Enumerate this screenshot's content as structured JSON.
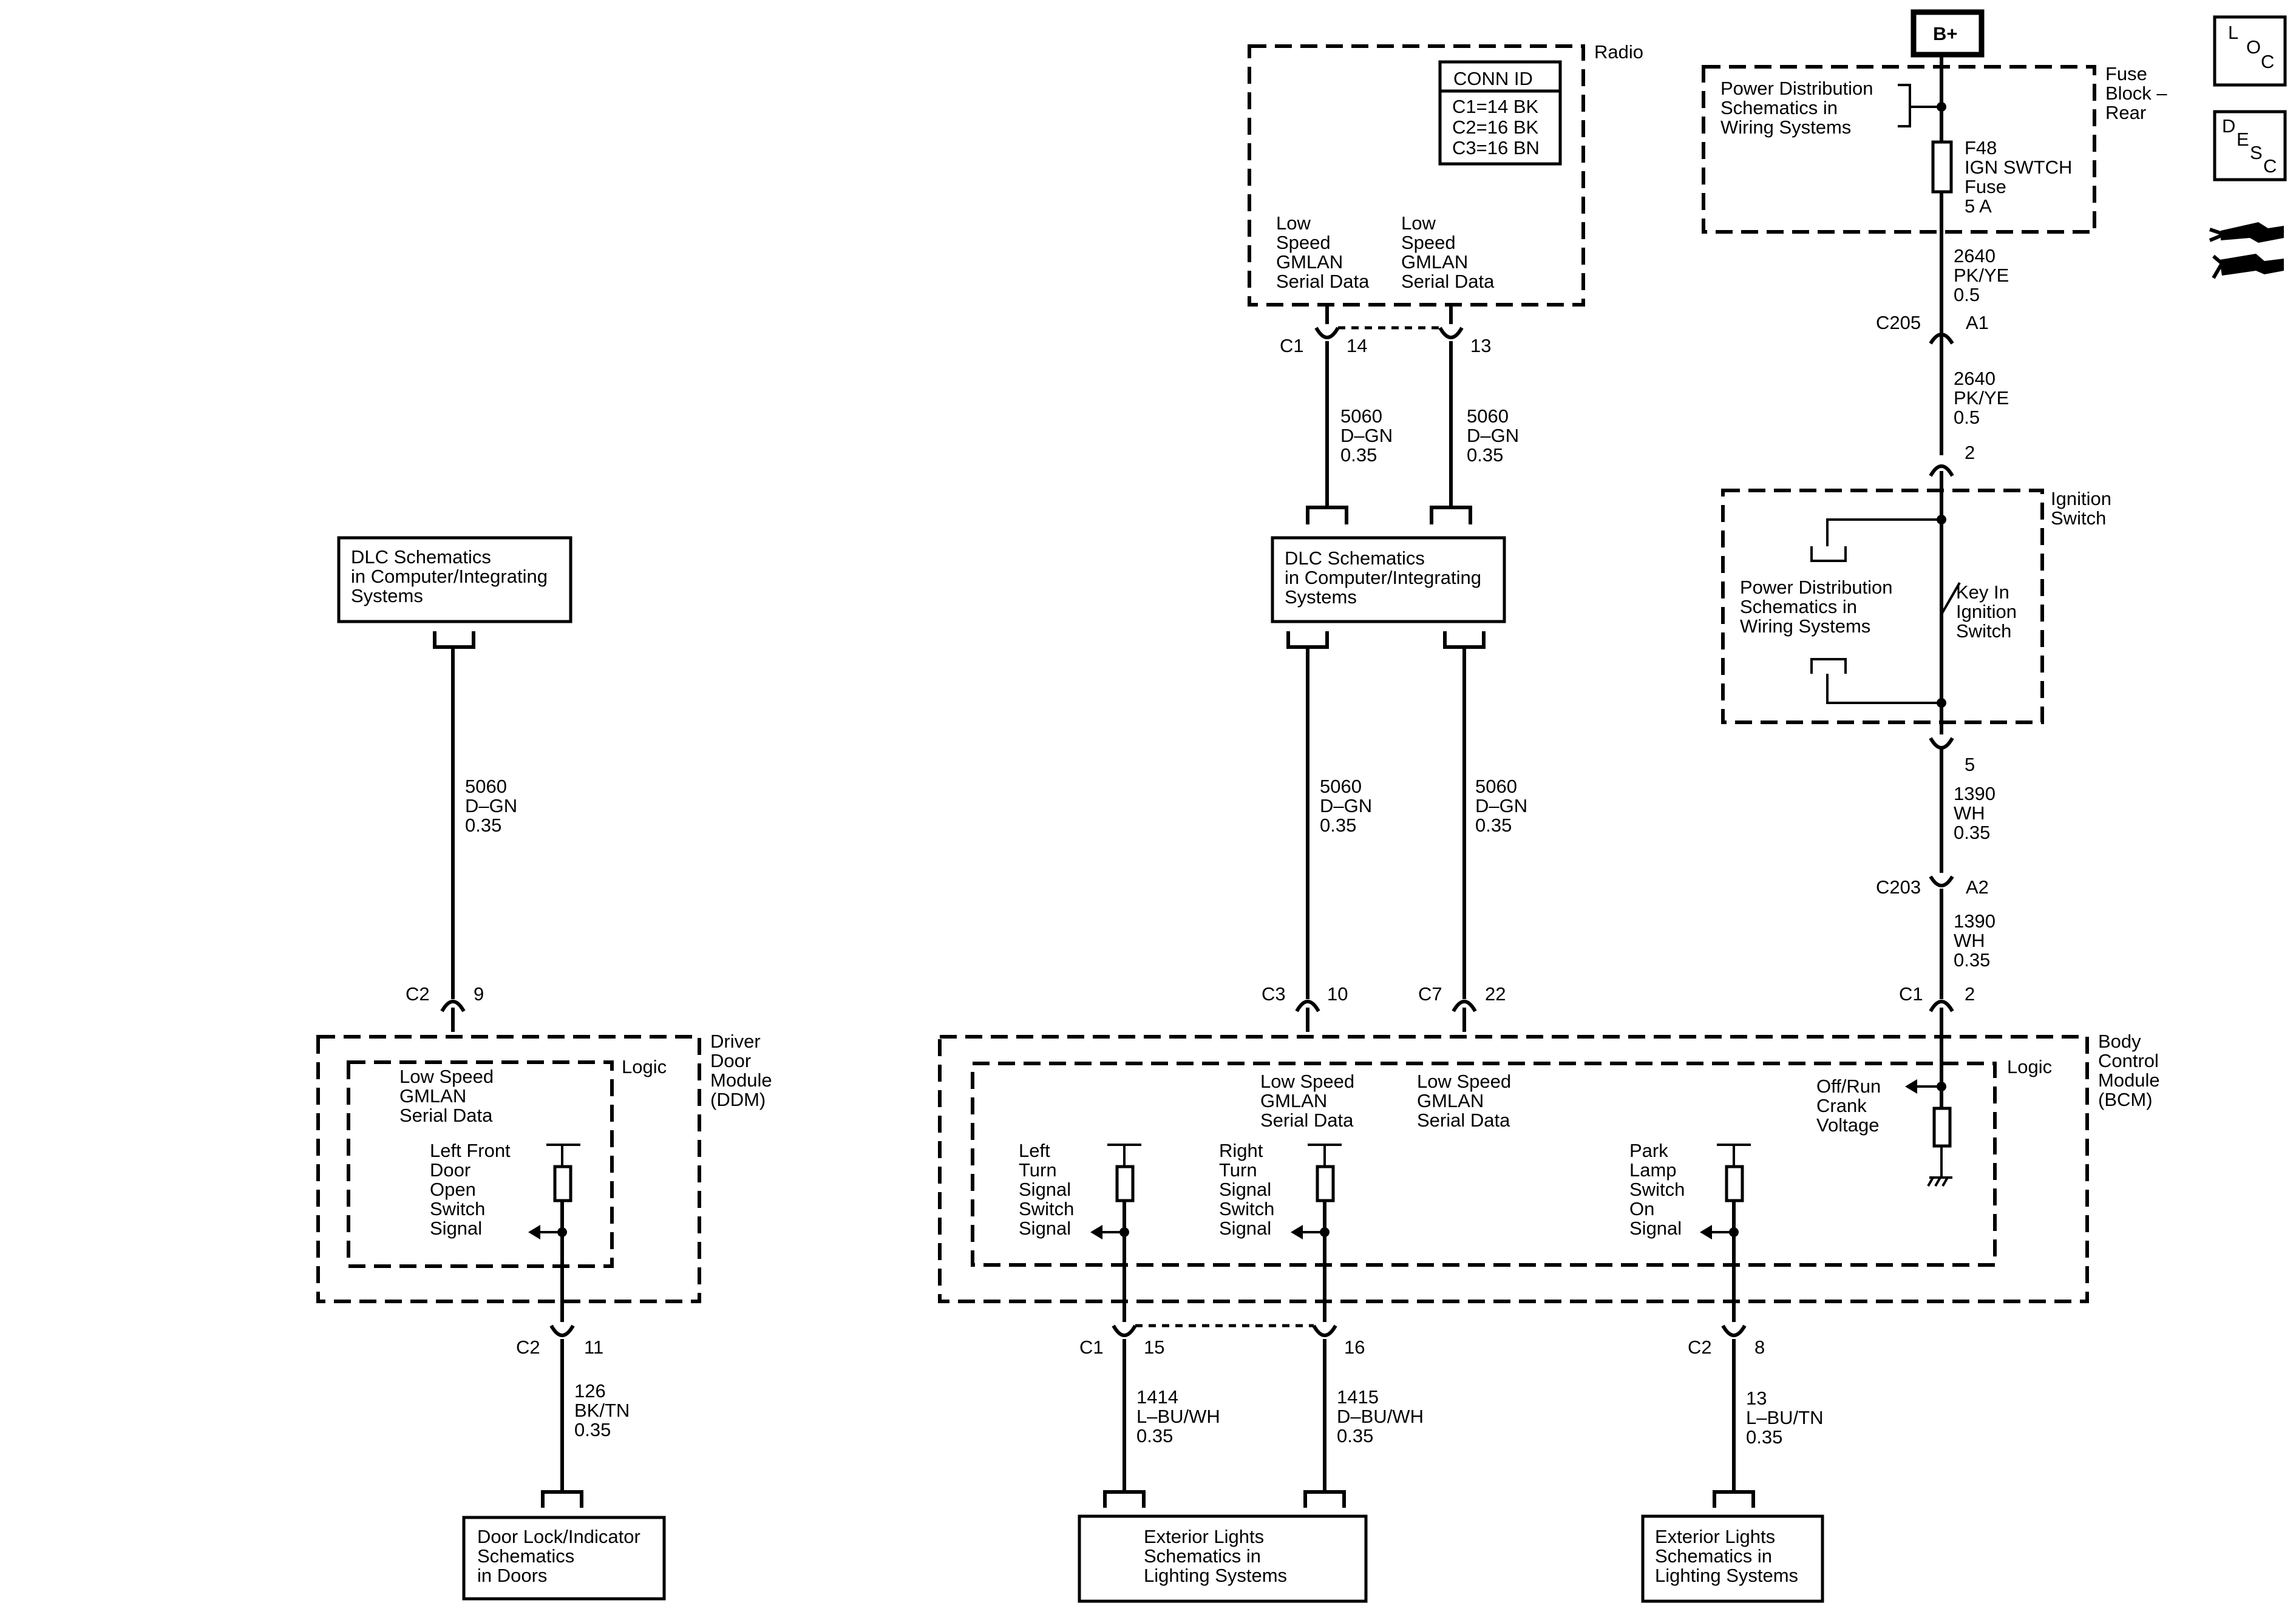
{
  "battery": {
    "label": "B+"
  },
  "side_icons": {
    "loc_l": "L",
    "loc_o": "O",
    "loc_c": "C",
    "desc_d": "D",
    "desc_e": "E",
    "desc_s": "S",
    "desc_c": "C"
  },
  "radio": {
    "title": "Radio",
    "conn_id_header": "CONN ID",
    "conn_ids": [
      "C1=14 BK",
      "C2=16 BK",
      "C3=16 BN"
    ],
    "signal_a": [
      "Low",
      "Speed",
      "GMLAN",
      "Serial Data"
    ],
    "signal_b": [
      "Low",
      "Speed",
      "GMLAN",
      "Serial Data"
    ],
    "conn": "C1",
    "pin_a": "14",
    "pin_b": "13"
  },
  "fuse_block": {
    "title": [
      "Fuse",
      "Block –",
      "Rear"
    ],
    "pd_ref": [
      "Power Distribution",
      "Schematics in",
      "Wiring Systems"
    ],
    "fuse": [
      "F48",
      "IGN SWTCH",
      "Fuse",
      "5 A"
    ]
  },
  "wires": {
    "w2640a": [
      "2640",
      "PK/YE",
      "0.5"
    ],
    "w2640b": [
      "2640",
      "PK/YE",
      "0.5"
    ],
    "w1390a": [
      "1390",
      "WH",
      "0.35"
    ],
    "w1390b": [
      "1390",
      "WH",
      "0.35"
    ],
    "w5060_radio_a": [
      "5060",
      "D–GN",
      "0.35"
    ],
    "w5060_radio_b": [
      "5060",
      "D–GN",
      "0.35"
    ],
    "w5060_bcm_a": [
      "5060",
      "D–GN",
      "0.35"
    ],
    "w5060_bcm_b": [
      "5060",
      "D–GN",
      "0.35"
    ],
    "w5060_ddm": [
      "5060",
      "D–GN",
      "0.35"
    ],
    "w126": [
      "126",
      "BK/TN",
      "0.35"
    ],
    "w1414": [
      "1414",
      "L–BU/WH",
      "0.35"
    ],
    "w1415": [
      "1415",
      "D–BU/WH",
      "0.35"
    ],
    "w13": [
      "13",
      "L–BU/TN",
      "0.35"
    ]
  },
  "connectors": {
    "c205": "C205",
    "c205_pin": "A1",
    "ign_in_pin": "2",
    "ign_out_pin": "5",
    "c203": "C203",
    "c203_pin": "A2",
    "bcm_c1": "C1",
    "bcm_c1_pin": "2",
    "bcm_c3": "C3",
    "bcm_c3_pin": "10",
    "bcm_c7": "C7",
    "bcm_c7_pin": "22",
    "ddm_c2_top": "C2",
    "ddm_c2_top_pin": "9",
    "ddm_c2_bot": "C2",
    "ddm_c2_bot_pin": "11",
    "bcm_c1_bot": "C1",
    "bcm_c1_bot_pin15": "15",
    "bcm_c1_bot_pin16": "16",
    "bcm_c2_bot": "C2",
    "bcm_c2_bot_pin": "8"
  },
  "ignition_switch": {
    "title": [
      "Ignition",
      "Switch"
    ],
    "pd_ref": [
      "Power Distribution",
      "Schematics in",
      "Wiring Systems"
    ],
    "key_in": [
      "Key In",
      "Ignition",
      "Switch"
    ]
  },
  "dlc_left": [
    "DLC Schematics",
    "in Computer/Integrating",
    "Systems"
  ],
  "dlc_center": [
    "DLC Schematics",
    "in Computer/Integrating",
    "Systems"
  ],
  "ddm": {
    "title": [
      "Driver",
      "Door",
      "Module",
      "(DDM)"
    ],
    "logic": "Logic",
    "gmlan": [
      "Low Speed",
      "GMLAN",
      "Serial Data"
    ],
    "door_switch": [
      "Left Front",
      "Door",
      "Open",
      "Switch",
      "Signal"
    ]
  },
  "bcm": {
    "title": [
      "Body",
      "Control",
      "Module",
      "(BCM)"
    ],
    "logic": "Logic",
    "gmlan_a": [
      "Low Speed",
      "GMLAN",
      "Serial Data"
    ],
    "gmlan_b": [
      "Low Speed",
      "GMLAN",
      "Serial Data"
    ],
    "off_run": [
      "Off/Run",
      "Crank",
      "Voltage"
    ],
    "left_turn": [
      "Left",
      "Turn",
      "Signal",
      "Switch",
      "Signal"
    ],
    "right_turn": [
      "Right",
      "Turn",
      "Signal",
      "Switch",
      "Signal"
    ],
    "park_lamp": [
      "Park",
      "Lamp",
      "Switch",
      "On",
      "Signal"
    ]
  },
  "door_lock_ref": [
    "Door Lock/Indicator",
    "Schematics",
    "in Doors"
  ],
  "ext_lights_a": [
    "Exterior Lights",
    "Schematics in",
    "Lighting Systems"
  ],
  "ext_lights_b": [
    "Exterior Lights",
    "Schematics in",
    "Lighting Systems"
  ]
}
